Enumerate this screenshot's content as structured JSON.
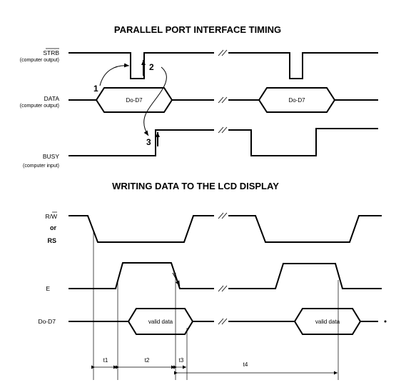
{
  "top": {
    "title": "PARALLEL PORT INTERFACE TIMING",
    "strb_label": "STRB",
    "strb_sub": "(computer output)",
    "data_label": "DATA",
    "data_sub": "(computer output)",
    "busy_label": "BUSY",
    "busy_sub": "(computer input)",
    "data_box_1": "Do-D7",
    "data_box_2": "Do-D7",
    "step_1": "1",
    "step_2": "2",
    "step_3": "3"
  },
  "bottom": {
    "title": "WRITING DATA TO THE LCD DISPLAY",
    "rw_label": "R/W",
    "or_label": "or",
    "rs_label": "RS",
    "e_label": "E",
    "d_label": "Do-D7",
    "valid_1": "valid data",
    "valid_2": "valid data",
    "t1": "t1",
    "t2": "t2",
    "t3": "t3",
    "t4": "t4"
  }
}
